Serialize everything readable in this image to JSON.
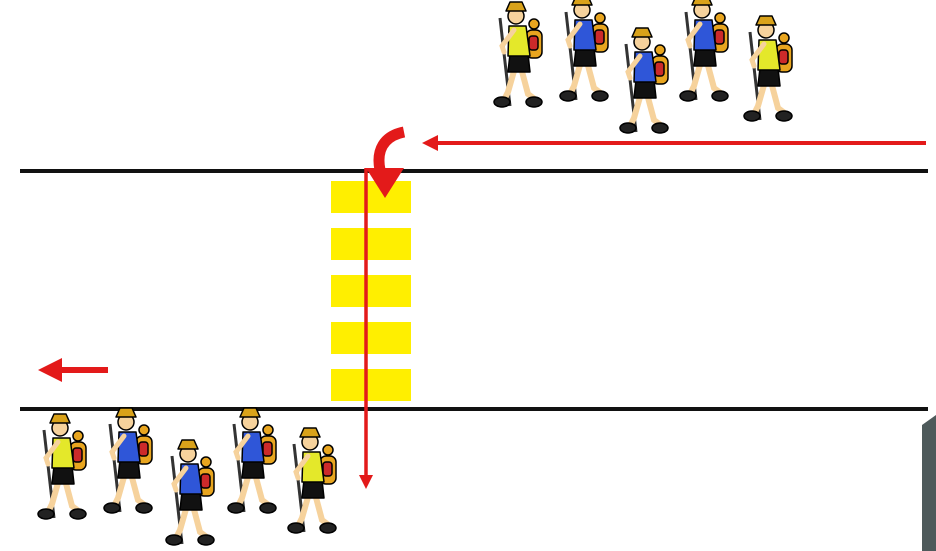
{
  "colors": {
    "background": "#ffffff",
    "road_edge": "#111111",
    "crossing_stripe": "#ffef00",
    "arrow": "#e31a1a",
    "corner_accent": "#4e5a5b",
    "hiker_skin": "#f6d29c",
    "hiker_shorts": "#111111",
    "hiker_backpack": "#e8a51f",
    "hiker_backpack_trim": "#cc2a2a",
    "hiker_hat": "#d9a21a",
    "hiker_stick": "#333333"
  },
  "hiker_shirt_colors": [
    "#e4e82a",
    "#2f56d8"
  ],
  "diagram": {
    "crossing_stripe_count": 5,
    "groups": [
      {
        "id": "hikers-top",
        "side": "top",
        "facing": "left",
        "shirts": [
          "yellow",
          "blue",
          "blue",
          "blue",
          "yellow"
        ]
      },
      {
        "id": "hikers-bottom",
        "side": "bottom",
        "facing": "left",
        "shirts": [
          "yellow",
          "blue",
          "blue",
          "blue",
          "yellow"
        ]
      }
    ],
    "arrows": [
      {
        "id": "arrow-approach",
        "direction": "left",
        "icon": "arrow-left-icon"
      },
      {
        "id": "arrow-turn-down",
        "direction": "curve-down",
        "icon": "curved-arrow-down-icon"
      },
      {
        "id": "arrow-cross",
        "direction": "down",
        "icon": "arrow-down-icon"
      },
      {
        "id": "arrow-exit",
        "direction": "left",
        "icon": "arrow-left-icon"
      }
    ]
  }
}
